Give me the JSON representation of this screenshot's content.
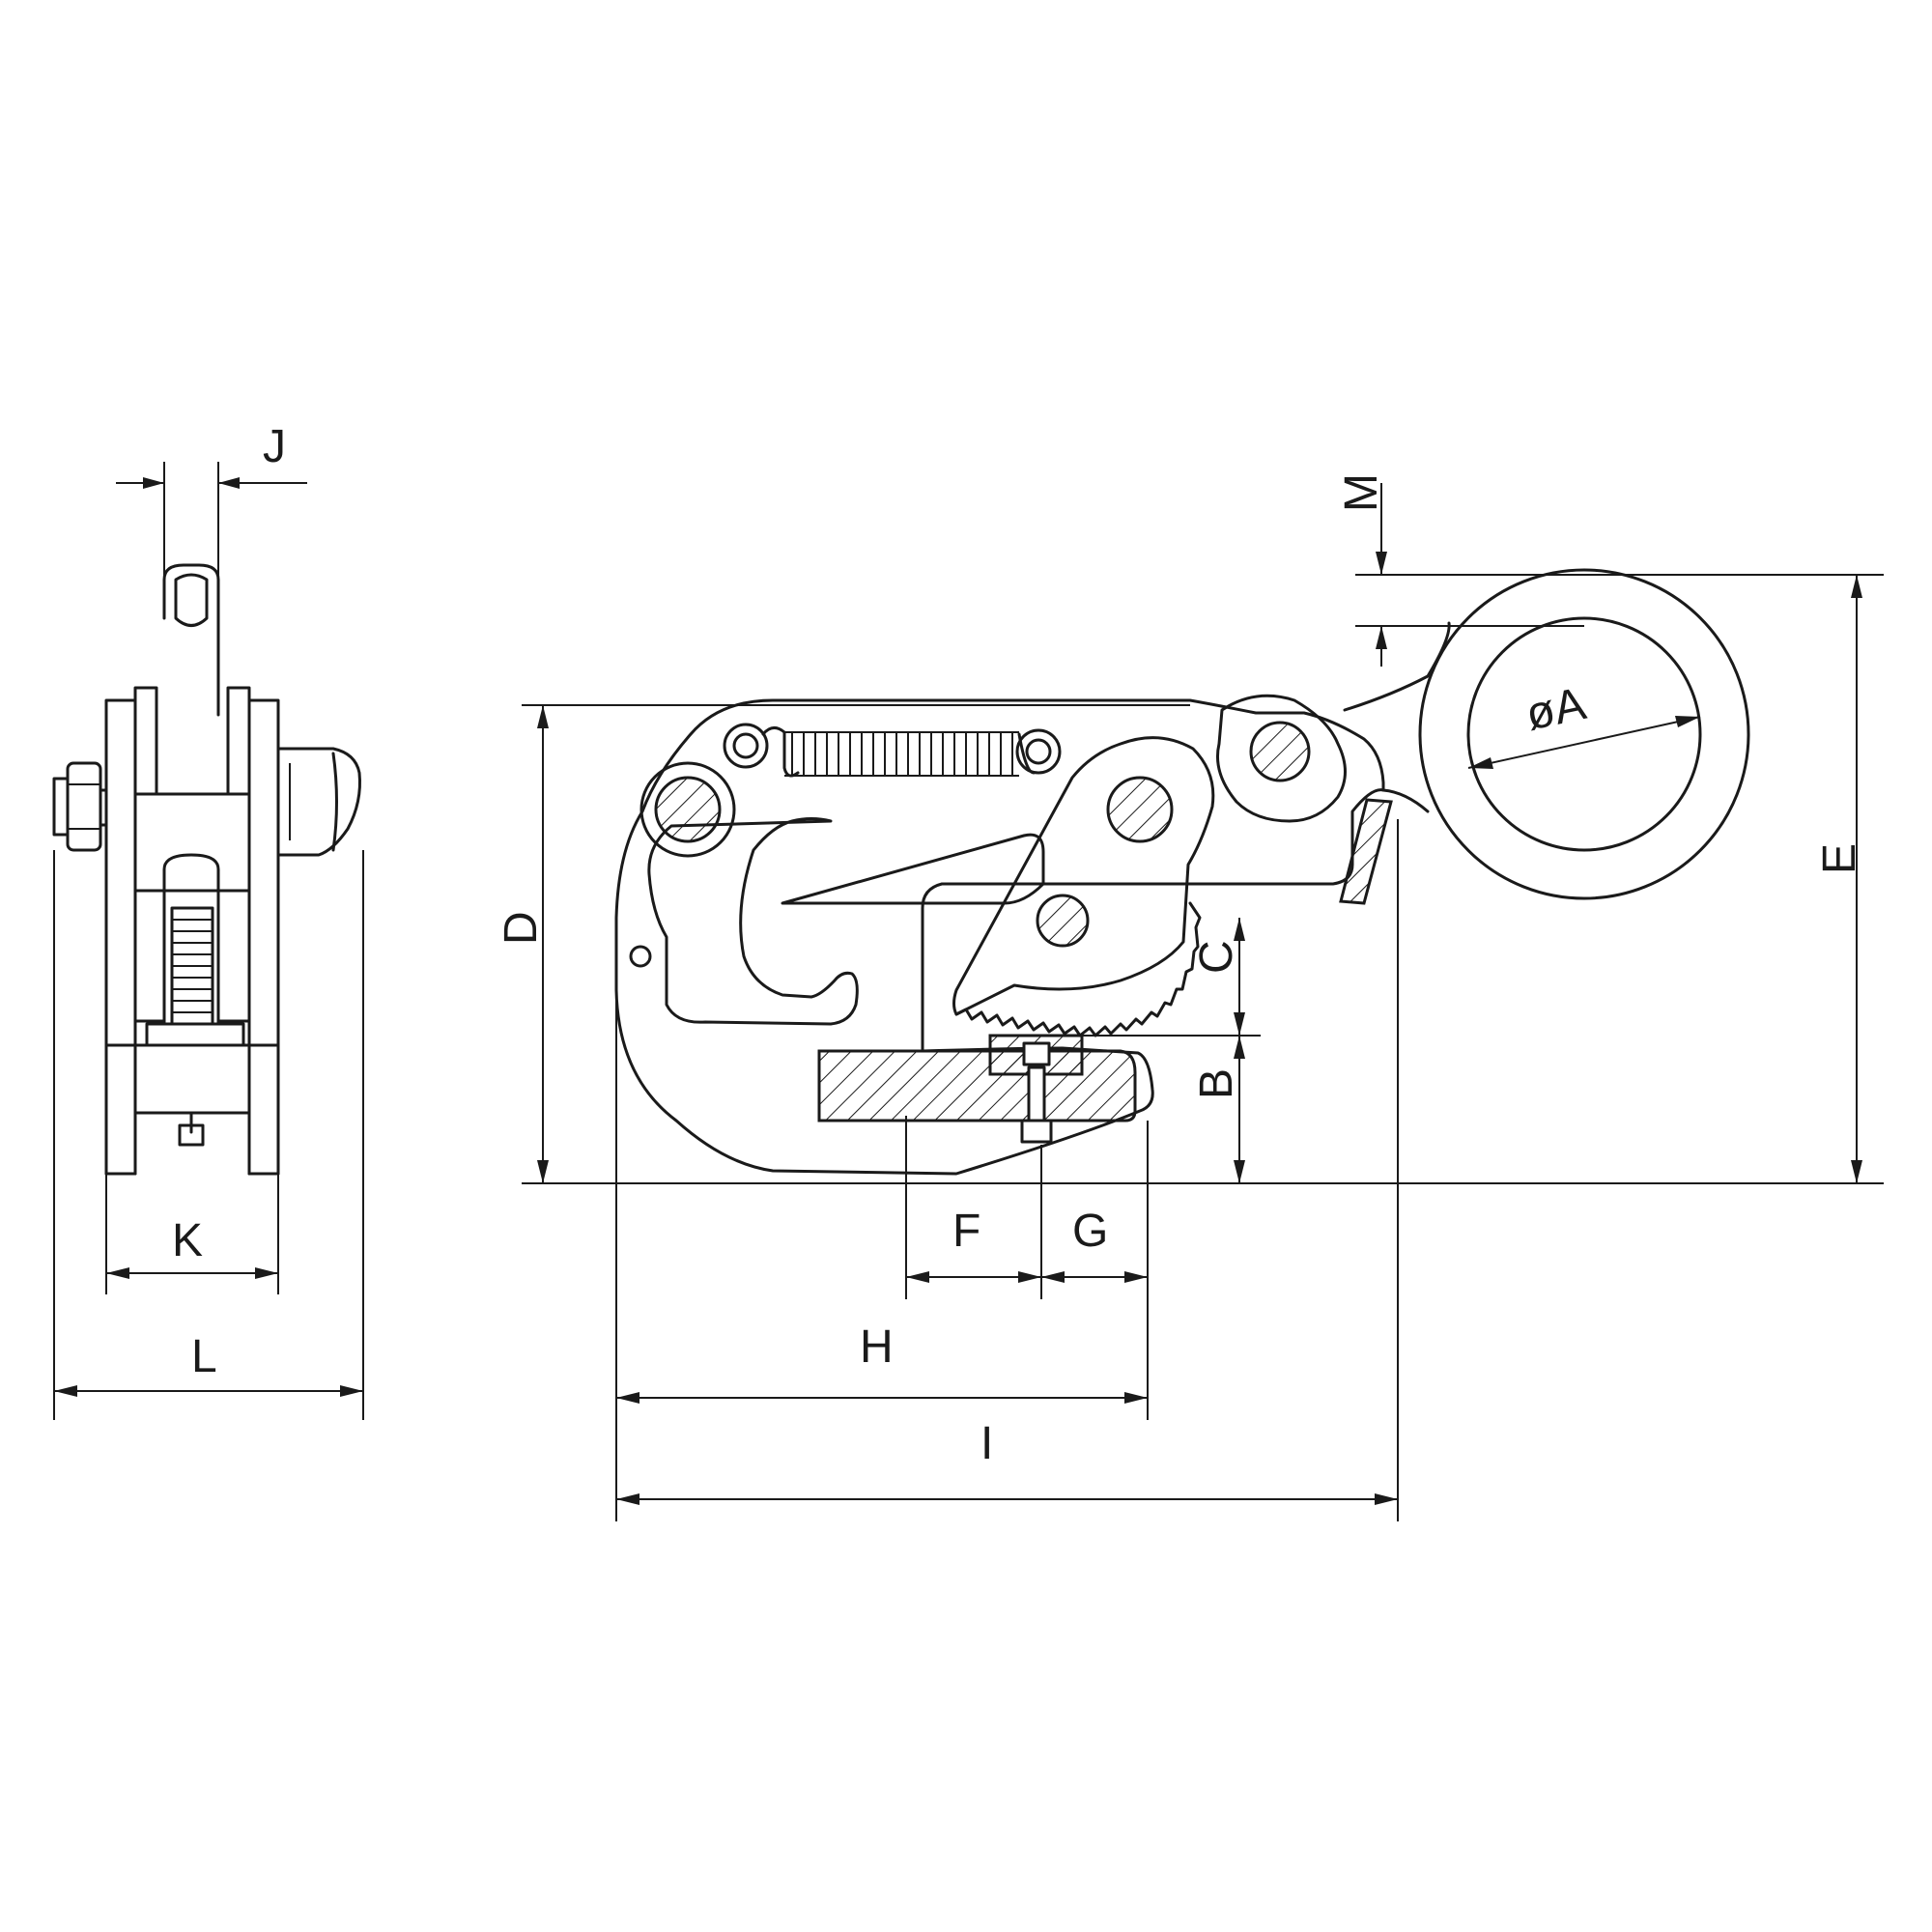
{
  "labels": {
    "J": "J",
    "K": "K",
    "L": "L",
    "M": "M",
    "A": "øA",
    "E": "E",
    "D": "D",
    "C": "C",
    "B": "B",
    "F": "F",
    "G": "G",
    "H": "H",
    "I": "I"
  }
}
